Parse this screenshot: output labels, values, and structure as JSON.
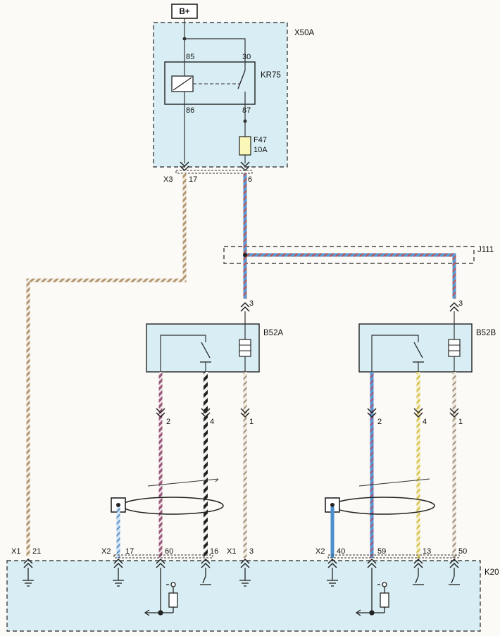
{
  "supply": "B+",
  "modules": {
    "x50a": "X50A",
    "kr75": "KR75",
    "f47": "F47",
    "f47_rating": "10A",
    "j111": "J111",
    "b52a": "B52A",
    "b52b": "B52B",
    "k20": "K20"
  },
  "relay_pins": {
    "p85": "85",
    "p30": "30",
    "p86": "86",
    "p87": "87"
  },
  "connectors": {
    "x3": "X3",
    "x3_17": "17",
    "x3_6": "6",
    "b52a_3": "3",
    "b52b_3": "3",
    "b52a_2": "2",
    "b52a_4": "4",
    "b52a_1": "1",
    "b52b_2": "2",
    "b52b_4": "4",
    "b52b_1": "1",
    "x1a": "X1",
    "x1a_21": "21",
    "x2a": "X2",
    "x2a_17": "17",
    "x2a_60": "60",
    "x2a_16": "16",
    "x1b": "X1",
    "x1b_3": "3",
    "x2b": "X2",
    "x2b_40": "40",
    "x2b_59": "59",
    "x2b_13": "13",
    "x2b_50": "50"
  },
  "colors": {
    "box_fill": "#d9eef4",
    "wire_tan": "#b39470",
    "wire_blue": "#4c8fcf",
    "wire_red": "#c0504d",
    "wire_violet": "#9b5a7a",
    "wire_black": "#222222",
    "wire_yellow": "#e6d23c",
    "wire_white": "#f4f1ea"
  }
}
